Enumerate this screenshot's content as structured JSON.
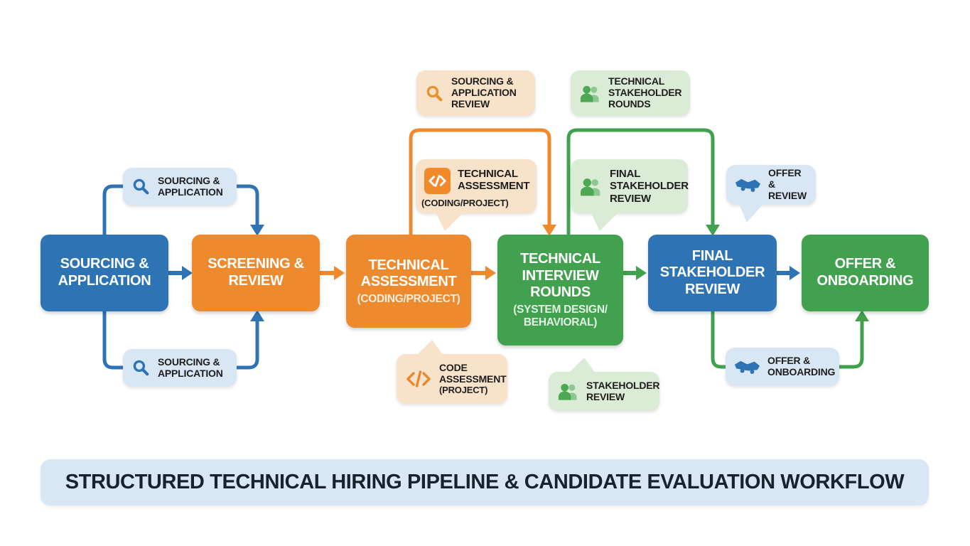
{
  "diagram_title": "STRUCTURED TECHNICAL HIRING PIPELINE & CANDIDATE EVALUATION WORKFLOW",
  "colors": {
    "blue": "#2E74B5",
    "orange": "#EE8A2E",
    "green": "#41A14E",
    "light_blue": "#D9E6F4",
    "light_peach": "#F9E2CA",
    "light_green": "#DAEBD6",
    "banner_bg": "#D9E7F5",
    "title_text": "#17222D",
    "callout_text": "#1E1E1E"
  },
  "pipeline": {
    "stages": [
      {
        "label": "SOURCING & APPLICATION",
        "color": "blue"
      },
      {
        "label": "SCREENING & REVIEW",
        "color": "orange"
      },
      {
        "label": "TECHNICAL ASSESSMENT",
        "sublabel": "(CODING/PROJECT)",
        "color": "orange"
      },
      {
        "label": "TECHNICAL INTERVIEW ROUNDS",
        "sublabel": "(SYSTEM DESIGN/ BEHAVIORAL)",
        "color": "green"
      },
      {
        "label": "FINAL STAKEHOLDER REVIEW",
        "color": "blue"
      },
      {
        "label": "OFFER & ONBOARDING",
        "color": "green"
      }
    ]
  },
  "callouts": {
    "loop_top_left": {
      "label": "SOURCING & APPLICATION",
      "icon": "magnifier-icon"
    },
    "loop_bottom_left": {
      "label": "SOURCING & APPLICATION",
      "icon": "magnifier-icon"
    },
    "sourcing_application_review": {
      "label": "SOURCING & APPLICATION REVIEW",
      "icon": "magnifier-icon"
    },
    "technical_stakeholder_rounds": {
      "label": "TECHNICAL STAKEHOLDER ROUNDS",
      "icon": "people-icon"
    },
    "technical_assessment": {
      "label": "TECHNICAL ASSESSMENT",
      "sublabel": "(CODING/PROJECT)",
      "icon": "code-icon"
    },
    "final_stakeholder_review": {
      "label": "FINAL STAKEHOLDER REVIEW",
      "icon": "people-icon"
    },
    "offer_review": {
      "label": "OFFER & REVIEW",
      "icon": "handshake-icon"
    },
    "code_assessment": {
      "label": "CODE ASSESSMENT",
      "sublabel": "(PROJECT)",
      "icon": "code-icon"
    },
    "stakeholder_review": {
      "label": "STAKEHOLDER REVIEW",
      "icon": "people-icon"
    },
    "offer_onboarding": {
      "label": "OFFER & ONBOARDING",
      "icon": "handshake-icon"
    }
  }
}
